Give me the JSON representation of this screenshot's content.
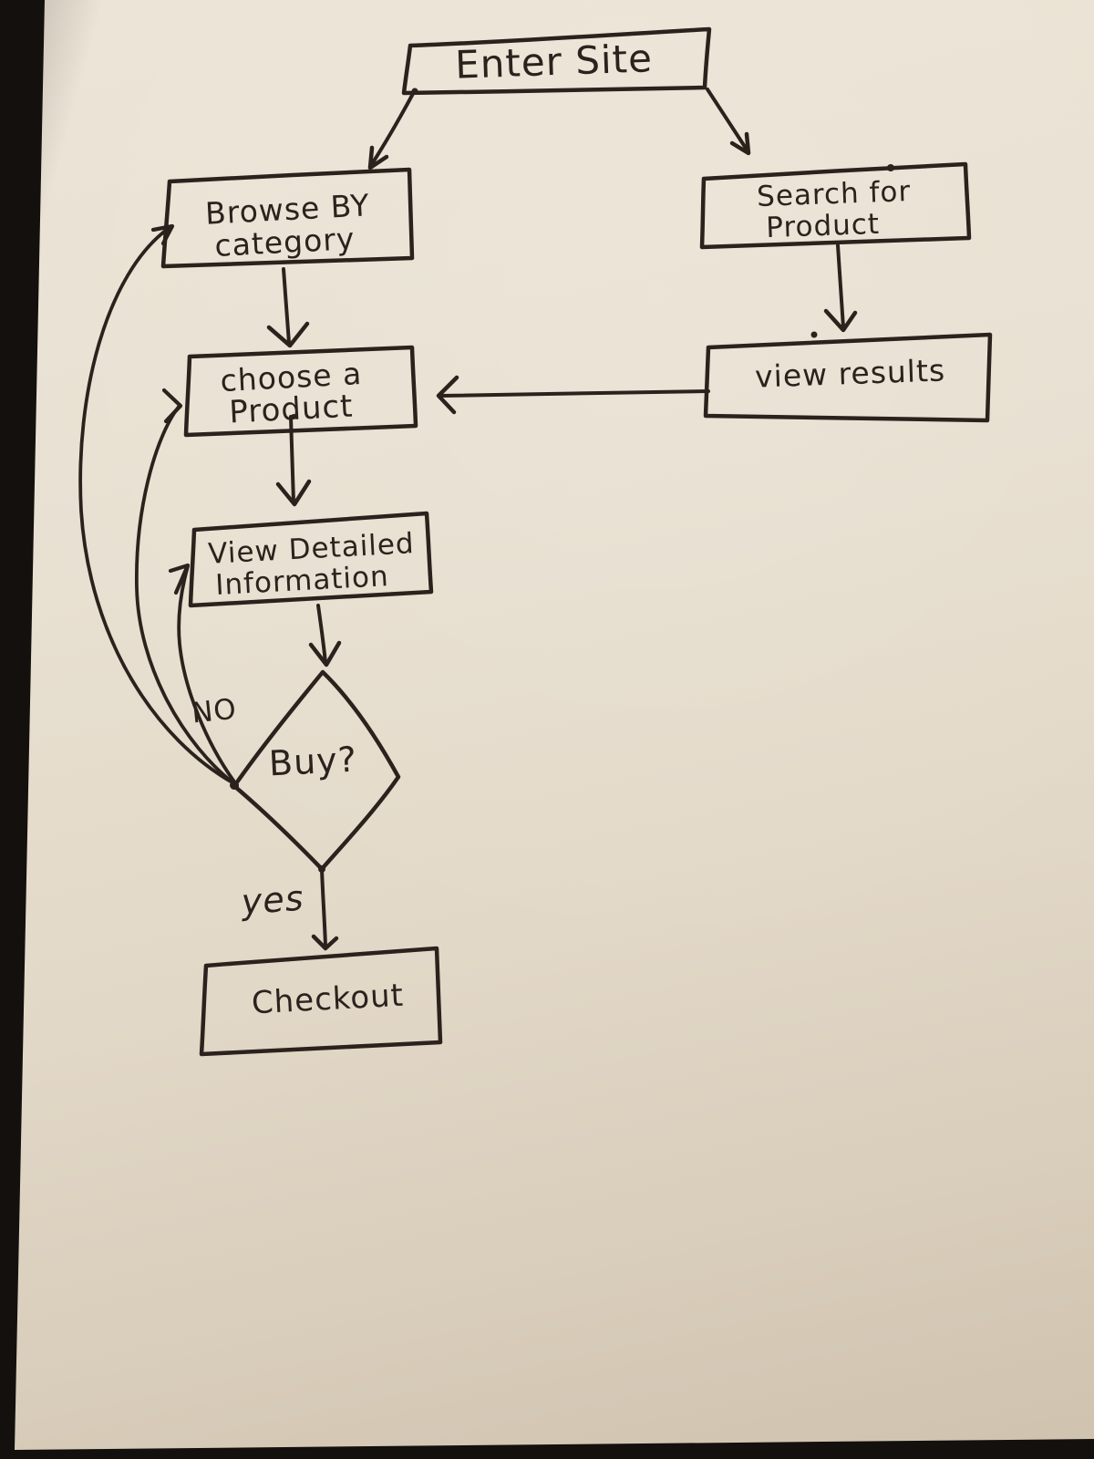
{
  "diagram": {
    "kind": "hand-drawn flowchart on paper (photo)",
    "colors": {
      "ink": "#2c221d",
      "paper": "#e6ddcc",
      "background": "#14100e"
    },
    "nodes": {
      "enter_site": {
        "label": "Enter Site",
        "shape": "rectangle"
      },
      "browse": {
        "line1": "Browse BY",
        "line2": "category",
        "shape": "rectangle"
      },
      "search": {
        "line1": "Search for",
        "line2": "Product",
        "shape": "rectangle"
      },
      "choose": {
        "line1": "choose a",
        "line2": "Product",
        "shape": "rectangle"
      },
      "view_results": {
        "label": "view results",
        "shape": "rectangle"
      },
      "detail": {
        "line1": "View Detailed",
        "line2": "Information",
        "shape": "rectangle"
      },
      "buy": {
        "label": "Buy?",
        "shape": "diamond"
      },
      "checkout": {
        "label": "Checkout",
        "shape": "rectangle"
      }
    },
    "edge_labels": {
      "no": "NO",
      "yes": "yes"
    },
    "edges": [
      {
        "from": "enter_site",
        "to": "browse",
        "label": ""
      },
      {
        "from": "enter_site",
        "to": "search",
        "label": ""
      },
      {
        "from": "browse",
        "to": "choose",
        "label": ""
      },
      {
        "from": "search",
        "to": "view_results",
        "label": ""
      },
      {
        "from": "view_results",
        "to": "choose",
        "label": ""
      },
      {
        "from": "choose",
        "to": "detail",
        "label": ""
      },
      {
        "from": "detail",
        "to": "buy",
        "label": ""
      },
      {
        "from": "buy",
        "to": "browse",
        "label": "NO"
      },
      {
        "from": "buy",
        "to": "choose",
        "label": "NO"
      },
      {
        "from": "buy",
        "to": "detail",
        "label": "NO"
      },
      {
        "from": "buy",
        "to": "checkout",
        "label": "yes"
      }
    ]
  }
}
